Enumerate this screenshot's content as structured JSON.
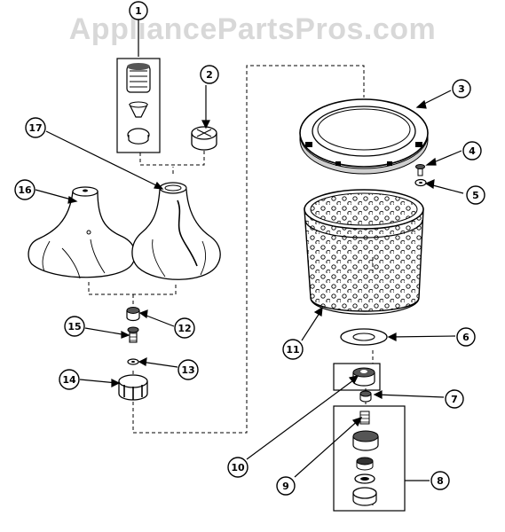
{
  "watermark": "AppliancePartsPros.com",
  "callouts": [
    {
      "id": "1",
      "label": "1"
    },
    {
      "id": "2",
      "label": "2"
    },
    {
      "id": "3",
      "label": "3"
    },
    {
      "id": "4",
      "label": "4"
    },
    {
      "id": "5",
      "label": "5"
    },
    {
      "id": "6",
      "label": "6"
    },
    {
      "id": "7",
      "label": "7"
    },
    {
      "id": "8",
      "label": "8"
    },
    {
      "id": "9",
      "label": "9"
    },
    {
      "id": "10",
      "label": "10"
    },
    {
      "id": "11",
      "label": "11"
    },
    {
      "id": "12",
      "label": "12"
    },
    {
      "id": "13",
      "label": "13"
    },
    {
      "id": "14",
      "label": "14"
    },
    {
      "id": "15",
      "label": "15"
    },
    {
      "id": "16",
      "label": "16"
    },
    {
      "id": "17",
      "label": "17"
    }
  ],
  "colors": {
    "line": "#000000",
    "part_fill": "#ffffff",
    "shade": "#cfcfcf",
    "watermark": "#d8d8d8"
  }
}
